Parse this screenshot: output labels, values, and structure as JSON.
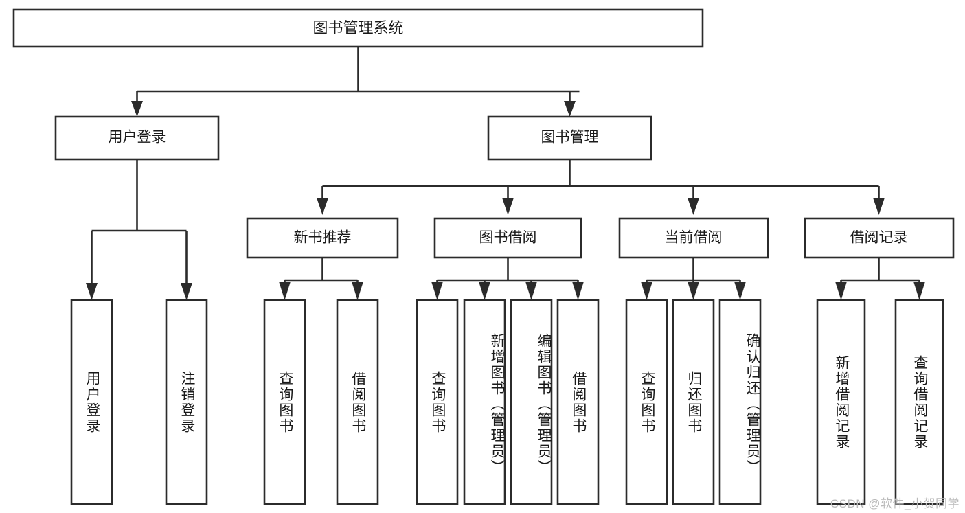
{
  "diagram": {
    "type": "tree-hierarchy-chart",
    "title": "图书管理系统",
    "watermark": "CSDN @软件_小贺同学",
    "colors": {
      "box_stroke": "#2b2b2b",
      "box_fill": "#ffffff",
      "connector": "#2b2b2b",
      "text": "#1a1a1a",
      "background": "#ffffff",
      "watermark": "#b9b9b9"
    },
    "levels": {
      "root": {
        "label": "图书管理系统"
      },
      "level2": [
        {
          "label": "用户登录"
        },
        {
          "label": "图书管理"
        }
      ],
      "level3": [
        {
          "label": "新书推荐"
        },
        {
          "label": "图书借阅"
        },
        {
          "label": "当前借阅"
        },
        {
          "label": "借阅记录"
        }
      ],
      "leaves": {
        "user_login": [
          {
            "label": "用户登录"
          },
          {
            "label": "注销登录"
          }
        ],
        "new_book_recommend": [
          {
            "label": "查询图书"
          },
          {
            "label": "借阅图书"
          }
        ],
        "book_borrow": [
          {
            "label": "查询图书"
          },
          {
            "label": "新增图书（管理员）"
          },
          {
            "label": "编辑图书（管理员）"
          },
          {
            "label": "借阅图书"
          }
        ],
        "current_borrow": [
          {
            "label": "查询图书"
          },
          {
            "label": "归还图书"
          },
          {
            "label": "确认归还（管理员）"
          }
        ],
        "borrow_record": [
          {
            "label": "新增借阅记录"
          },
          {
            "label": "查询借阅记录"
          }
        ]
      }
    }
  }
}
